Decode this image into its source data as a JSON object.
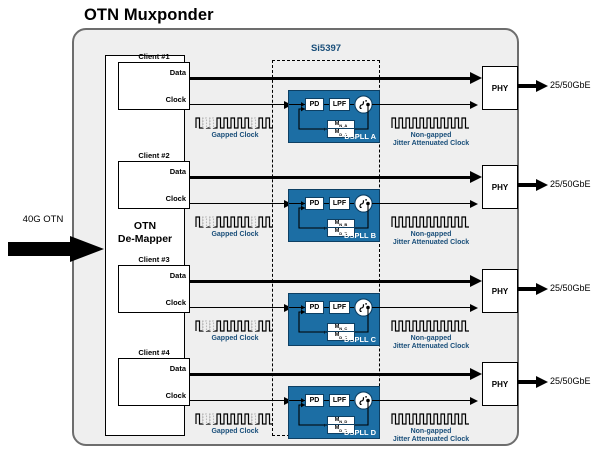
{
  "diagram": {
    "title": "OTN Muxponder",
    "device_label": "Si5397",
    "input_label": "40G OTN",
    "demapper_label_line1": "OTN",
    "demapper_label_line2": "De-Mapper",
    "port_data": "Data",
    "port_clock": "Clock",
    "gapped_clock_caption": "Gapped Clock",
    "nongapped_caption_line1": "Non-gapped",
    "nongapped_caption_line2": "Jitter Attenuated Clock",
    "phy_label": "PHY",
    "output_label": "25/50GbE",
    "pll_blocks": {
      "pd": "PD",
      "lpf": "LPF",
      "vco_icon": "vco-symbol"
    },
    "colors": {
      "dspll_blue": "#1c6ea4",
      "dspll_border": "#0d3f63",
      "frame_gray": "#efefef",
      "frame_border": "#6d6d6d",
      "caption_blue": "#1a4f7a"
    },
    "channels": [
      {
        "client": "Client #1",
        "dspll_name": "DSPLL A",
        "div_numerator": "M",
        "div_num_sub": "N_A",
        "div_denominator": "M",
        "div_den_sub": "D_A"
      },
      {
        "client": "Client #2",
        "dspll_name": "DSPLL B",
        "div_numerator": "M",
        "div_num_sub": "N_B",
        "div_denominator": "M",
        "div_den_sub": "D_B"
      },
      {
        "client": "Client #3",
        "dspll_name": "DSPLL C",
        "div_numerator": "M",
        "div_num_sub": "N_C",
        "div_denominator": "M",
        "div_den_sub": "D_C"
      },
      {
        "client": "Client #4",
        "dspll_name": "DSPLL D",
        "div_numerator": "M",
        "div_num_sub": "N_D",
        "div_denominator": "M",
        "div_den_sub": "D_D"
      }
    ]
  }
}
